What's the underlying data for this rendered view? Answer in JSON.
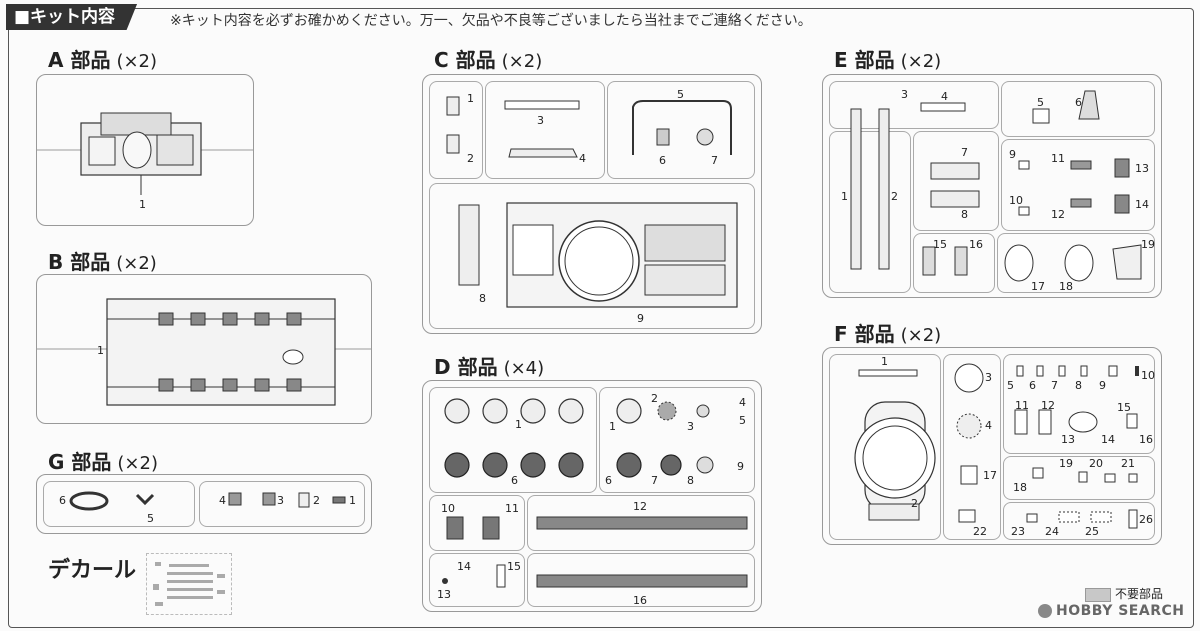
{
  "header": {
    "title": "■キット内容",
    "notice": "※キット内容を必ずお確かめください。万一、欠品や不良等ございましたら当社までご連絡ください。"
  },
  "sections": {
    "A": {
      "label": "A 部品",
      "qty": "(×2)",
      "parts": [
        "1"
      ]
    },
    "B": {
      "label": "B 部品",
      "qty": "(×2)",
      "parts": [
        "1"
      ]
    },
    "G": {
      "label": "G 部品",
      "qty": "(×2)",
      "parts": [
        "6",
        "5",
        "4",
        "3",
        "2",
        "1"
      ]
    },
    "C": {
      "label": "C 部品",
      "qty": "(×2)",
      "parts": [
        "1",
        "2",
        "3",
        "4",
        "5",
        "6",
        "7",
        "8",
        "9"
      ]
    },
    "D": {
      "label": "D 部品",
      "qty": "(×4)",
      "parts": [
        "1",
        "2",
        "3",
        "4",
        "5",
        "1",
        "6",
        "6",
        "7",
        "8",
        "9",
        "10",
        "11",
        "12",
        "13",
        "14",
        "15",
        "16"
      ]
    },
    "E": {
      "label": "E 部品",
      "qty": "(×2)",
      "parts": [
        "3",
        "4",
        "5",
        "6",
        "7",
        "8",
        "9",
        "10",
        "11",
        "12",
        "13",
        "14",
        "1",
        "2",
        "15",
        "16",
        "17",
        "18",
        "19"
      ]
    },
    "F": {
      "label": "F 部品",
      "qty": "(×2)",
      "parts": [
        "1",
        "2",
        "3",
        "4",
        "5",
        "6",
        "7",
        "8",
        "9",
        "10",
        "11",
        "12",
        "13",
        "14",
        "15",
        "16",
        "17",
        "18",
        "19",
        "20",
        "21",
        "22",
        "23",
        "24",
        "25",
        "26"
      ]
    }
  },
  "decal": {
    "label": "デカール"
  },
  "legend": {
    "label": "不要部品",
    "swatch_color": "#c8c8c8"
  },
  "watermark": {
    "text": "HOBBY SEARCH"
  }
}
